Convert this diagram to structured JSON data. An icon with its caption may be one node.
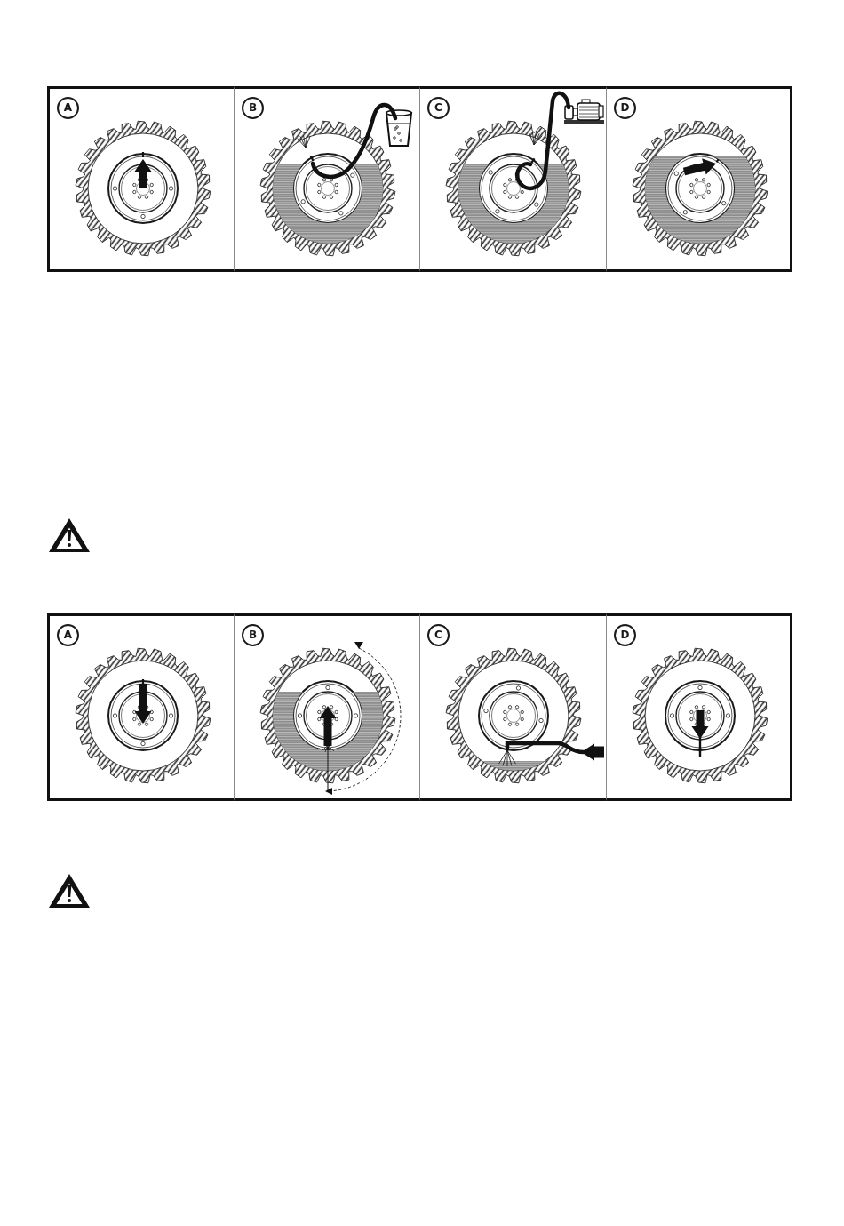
{
  "diagram": {
    "nodes": [
      {
        "text": [
          "A"
        ]
      },
      {
        "text": [
          "B"
        ]
      },
      {
        "text": [
          "C"
        ]
      },
      {
        "text": [
          "D"
        ]
      },
      {
        "text": [
          "A"
        ]
      },
      {
        "text": [
          "B"
        ]
      },
      {
        "text": [
          "C"
        ]
      },
      {
        "text": [
          "D"
        ]
      }
    ]
  }
}
